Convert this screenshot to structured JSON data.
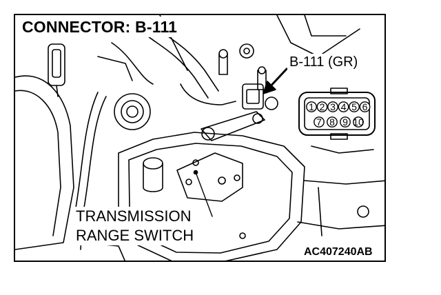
{
  "title": "CONNECTOR: B-111",
  "connector_callout": "B-111 (GR)",
  "part_label": {
    "line1": "TRANSMISSION",
    "line2": "RANGE SWITCH"
  },
  "figure_code": "AC407240AB",
  "connector_pins": {
    "top_row": [
      "1",
      "2",
      "3",
      "4",
      "5",
      "6"
    ],
    "bottom_row": [
      "7",
      "8",
      "9",
      "10"
    ]
  },
  "colors": {
    "line": "#000000",
    "background": "#ffffff"
  }
}
